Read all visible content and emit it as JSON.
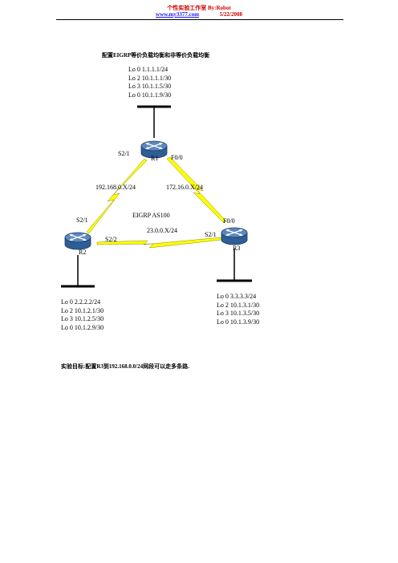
{
  "header": {
    "studio": "个性实验工作室 By:Robot",
    "url": "www.my3377.com",
    "date": "5/22/2008"
  },
  "title": "配置EIGRP等价负载均衡和非等价负载均衡",
  "r1_loopbacks": [
    "Lo 0 1.1.1.1/24",
    "Lo 2 10.1.1.1/30",
    "Lo 3 10.1.1.5/30",
    "Lo 0 10.1.1.9/30"
  ],
  "r2_loopbacks": [
    "Lo 0 2.2.2.2/24",
    "Lo 2 10.1.2.1/30",
    "Lo 3 10.1.2.5/30",
    "Lo 0 10.1.2.9/30"
  ],
  "r3_loopbacks": [
    "Lo 0 3.3.3.3/24",
    "Lo 2 10.1.3.1/30",
    "Lo 3 10.1.3.5/30",
    "Lo 0 10.1.3.9/30"
  ],
  "routers": {
    "r1": "R1",
    "r2": "R2",
    "r3": "R3"
  },
  "interfaces": {
    "r1_s21": "S2/1",
    "r1_f00": "F0/0",
    "r2_s21": "S2/1",
    "r2_s22": "S2/2",
    "r3_f00": "F0/0",
    "r3_s21": "S2/1"
  },
  "networks": {
    "r1_r2": "192.168.0.X/24",
    "r1_r3": "172.16.0.X/24",
    "r2_r3": "23.0.0.X/24"
  },
  "as_label": "EIGRP AS100",
  "goal": "实验目标:配置R3到192.168.0.0/24网段可以走多条路.",
  "colors": {
    "router_body": "#2f5d95",
    "router_top": "#5c88bd",
    "link": "#ffff00",
    "header_red": "#d00000",
    "url_blue": "#1a1aff"
  }
}
